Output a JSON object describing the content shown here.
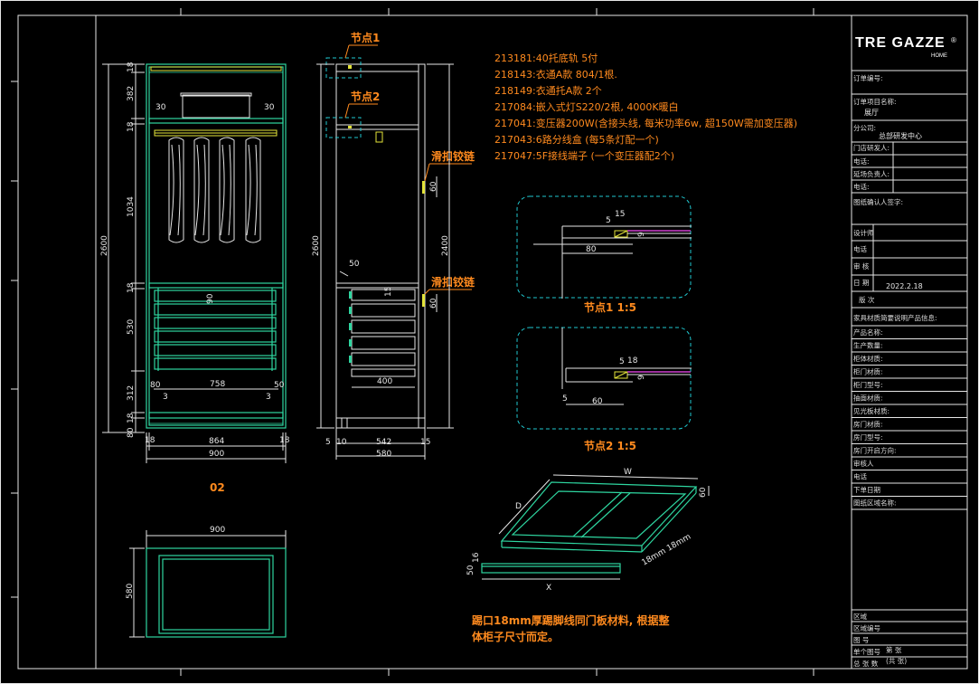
{
  "title_block": {
    "brand_logo": "TRE GAZZE",
    "brand_sub": "HOME",
    "order_no_label": "订单编号:",
    "project_label": "订单项目名称:",
    "project_value": "展厅",
    "company_label": "分公司:",
    "company_value": "总部研发中心",
    "store_rd_label": "门店研发人:",
    "phone_label_1": "电话:",
    "project_lead_label": "延场负责人:",
    "phone_label_2": "电话:",
    "confirm_label": "图纸确认人签字:",
    "designer_label": "设计师",
    "phone_label_3": "电话",
    "review_label": "审  核",
    "date_label": "日  期",
    "date_value": "2022.2.18",
    "version_label": "版  次",
    "note_label": "家具材质简要说明产品信息:",
    "fields": [
      "产品名称:",
      "生产数量:",
      "柜体材质:",
      "柜门材质:",
      "柜门型号:",
      "抽面材质:",
      "见光板材质:",
      "房门材质:",
      "房门型号:",
      "房门开启方向:",
      "审核人",
      "电话",
      "下单日期",
      "图纸区域名称:"
    ],
    "bottom_fields": [
      "区域",
      "区域编号",
      "图  号",
      "单个图号",
      "总 张 数"
    ],
    "bottom_values": [
      "第    张",
      "(共    张)"
    ]
  },
  "notes": [
    "213181:40托底轨 5付",
    "218143:衣通A款 804/1根.",
    "218149:衣通托A款 2个",
    "217084:嵌入式灯S220/2根, 4000K暖白",
    "217041:变压器200W(含接头线, 每米功率6w, 超150W需加变压器)",
    "217043:6路分线盒 (每5条灯配一个)",
    "217047:5F接线端子 (一个变压器配2个)"
  ],
  "labels": {
    "node1": "节点1",
    "node2": "节点2",
    "hinge_1": "滑扣铰链",
    "hinge_2": "滑扣铰链",
    "detail1_caption": "节点1 1:5",
    "detail2_caption": "节点2 1:5",
    "drawing_no": "02",
    "footer_note_1": "踢口18mm厚踢脚线同门板材料, 根据整",
    "footer_note_2": "体柜子尺寸而定。"
  },
  "front_dims": {
    "total_h": "2600",
    "top": "18",
    "top_space": "382",
    "shelf": "18",
    "hang": "1034",
    "mid": "18",
    "drawers": "530",
    "base": "312",
    "plinth_1": "18",
    "plinth_2": "80",
    "clearance": "30",
    "inner_w": "758",
    "gap_l": "3",
    "gap_r": "3",
    "side_l": "80",
    "side_r": "50",
    "drawer_gap": "90",
    "body_w": "864",
    "edge_l": "18",
    "edge_r": "18",
    "total_w": "900"
  },
  "side_dims": {
    "total_h": "2600",
    "right_h": "2400",
    "hinge_h": "60",
    "hinge_h2": "60",
    "depth_tag": "50",
    "drawer_tag": "15",
    "inner_d": "400",
    "b1": "5",
    "b2": "10",
    "b3": "542",
    "b4": "15",
    "total_d": "580"
  },
  "detail_dims": {
    "d1_a": "5",
    "d1_b": "15",
    "d1_c": "80",
    "d1_d": "9",
    "d2_a": "5",
    "d2_b": "18",
    "d2_c": "5",
    "d2_d": "60",
    "d2_e": "9"
  },
  "plan_dims": {
    "w": "900",
    "h": "580"
  },
  "frame_dims": {
    "W": "W",
    "D": "D",
    "h": "60",
    "t": "16",
    "t2": "50",
    "inner": "18mm 18mm",
    "X": "X"
  }
}
